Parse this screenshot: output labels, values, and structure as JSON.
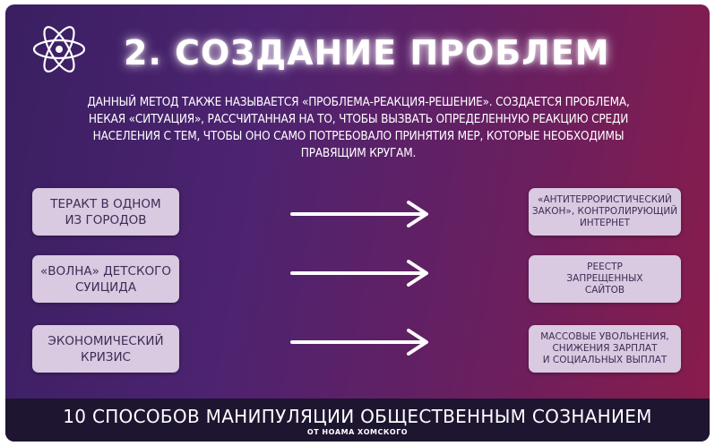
{
  "header": {
    "title": "2. СОЗДАНИЕ ПРОБЛЕМ",
    "icon": "atom-icon"
  },
  "description": {
    "lines": [
      "ДАННЫЙ МЕТОД ТАКЖЕ НАЗЫВАЕТСЯ «ПРОБЛЕМА-РЕАКЦИЯ-РЕШЕНИЕ». СОЗДАЕТСЯ ПРОБЛЕМА,",
      "НЕКАЯ «СИТУАЦИЯ», РАССЧИТАННАЯ НА ТО, ЧТОБЫ ВЫЗВАТЬ ОПРЕДЕЛЕННУЮ РЕАКЦИЮ СРЕДИ",
      "НАСЕЛЕНИЯ С ТЕМ, ЧТОБЫ ОНО САМО ПОТРЕБОВАЛО ПРИНЯТИЯ МЕР, КОТОРЫЕ НЕОБХОДИМЫ",
      "ПРАВЯЩИМ КРУГАМ."
    ]
  },
  "rows": [
    {
      "problem": [
        "ТЕРАКТ В ОДНОМ",
        "ИЗ ГОРОДОВ"
      ],
      "solution": [
        "«АНТИТЕРРОРИСТИЧЕСКИЙ",
        "ЗАКОН», КОНТРОЛИРУЮЩИЙ",
        "ИНТЕРНЕТ"
      ]
    },
    {
      "problem": [
        "«ВОЛНА» ДЕТСКОГО",
        "СУИЦИДА"
      ],
      "solution": [
        "РЕЕСТР",
        "ЗАПРЕЩЕННЫХ",
        "САЙТОВ"
      ]
    },
    {
      "problem": [
        "ЭКОНОМИЧЕСКИЙ",
        "КРИЗИС"
      ],
      "solution": [
        "МАССОВЫЕ УВОЛЬНЕНИЯ,",
        "СНИЖЕНИЯ ЗАРПЛАТ",
        "И СОЦИАЛЬНЫХ ВЫПЛАТ"
      ]
    }
  ],
  "footer": {
    "title": "10 СПОСОБОВ МАНИПУЛЯЦИИ ОБЩЕСТВЕННЫМ СОЗНАНИЕМ",
    "subtitle": "ОТ НОАМА ХОМСКОГО"
  },
  "colors": {
    "box_background": "#d9c9e1",
    "box_text": "#3e2c55",
    "footer_background": "#1e1530"
  }
}
